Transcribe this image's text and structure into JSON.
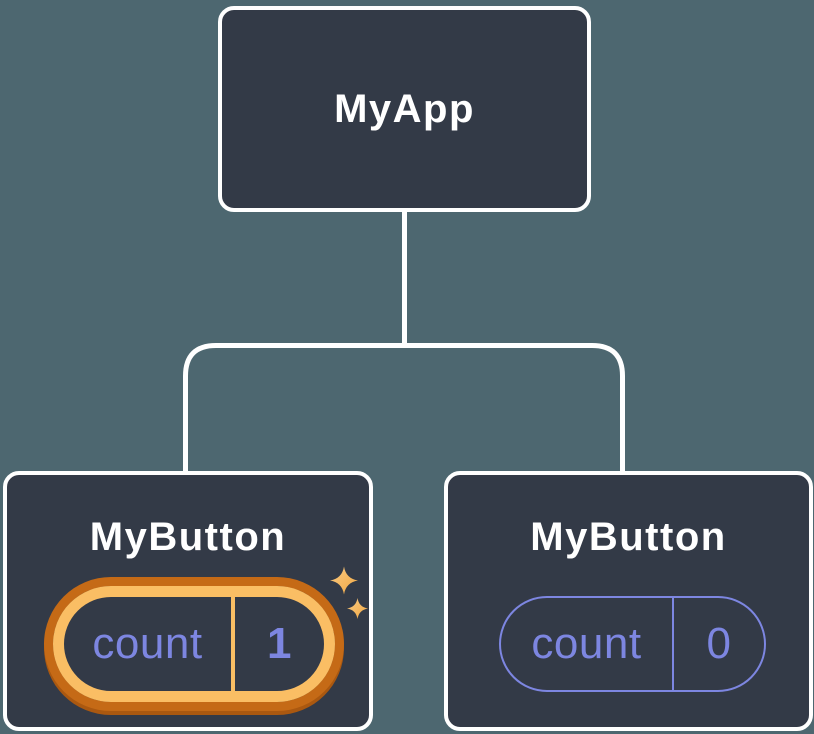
{
  "colors": {
    "background": "#4D6770",
    "node_fill": "#333A47",
    "node_border": "#FFFFFF",
    "connector": "#FFFFFF",
    "state_text": "#7D86E1",
    "plain_pill_border": "#7D86E1",
    "highlight_ring_light": "#FABE64",
    "highlight_ring_dark": "#C56A16",
    "highlight_ring_shadow": "#AA5810",
    "sparkle_light": "#FBCB83",
    "sparkle_dark": "#F0A742"
  },
  "root_node": {
    "label": "MyApp"
  },
  "child_nodes": [
    {
      "label": "MyButton",
      "highlighted": true,
      "state": {
        "name": "count",
        "value": "1"
      },
      "icon": "sparkles-icon"
    },
    {
      "label": "MyButton",
      "highlighted": false,
      "state": {
        "name": "count",
        "value": "0"
      }
    }
  ]
}
